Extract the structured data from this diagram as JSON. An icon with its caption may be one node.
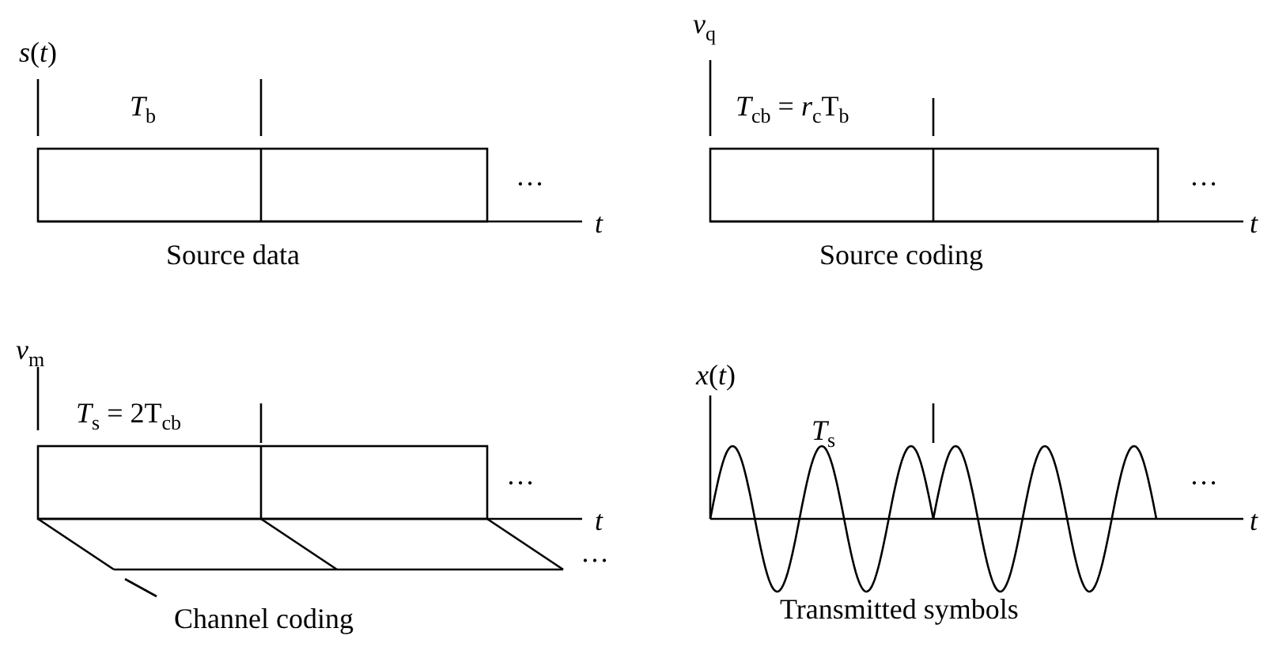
{
  "diagram": {
    "labels": [
      "*s*(*t*)",
      "*T*$_{b}$",
      "…",
      "*t*",
      "Source data",
      "*v*$_{q}$",
      "*T*$_{cb}$ = *r*$_{c}$T$_{b}$",
      "…",
      "*t*",
      "Source coding",
      "*v*$_{m}$",
      "*T*$_{s}$ = 2T$_{cb}$",
      "…",
      "*t*",
      "…",
      "Channel coding",
      "*x*(*t*)",
      "*T*$_{s}$",
      "…",
      "*t*",
      "Transmitted symbols"
    ]
  }
}
